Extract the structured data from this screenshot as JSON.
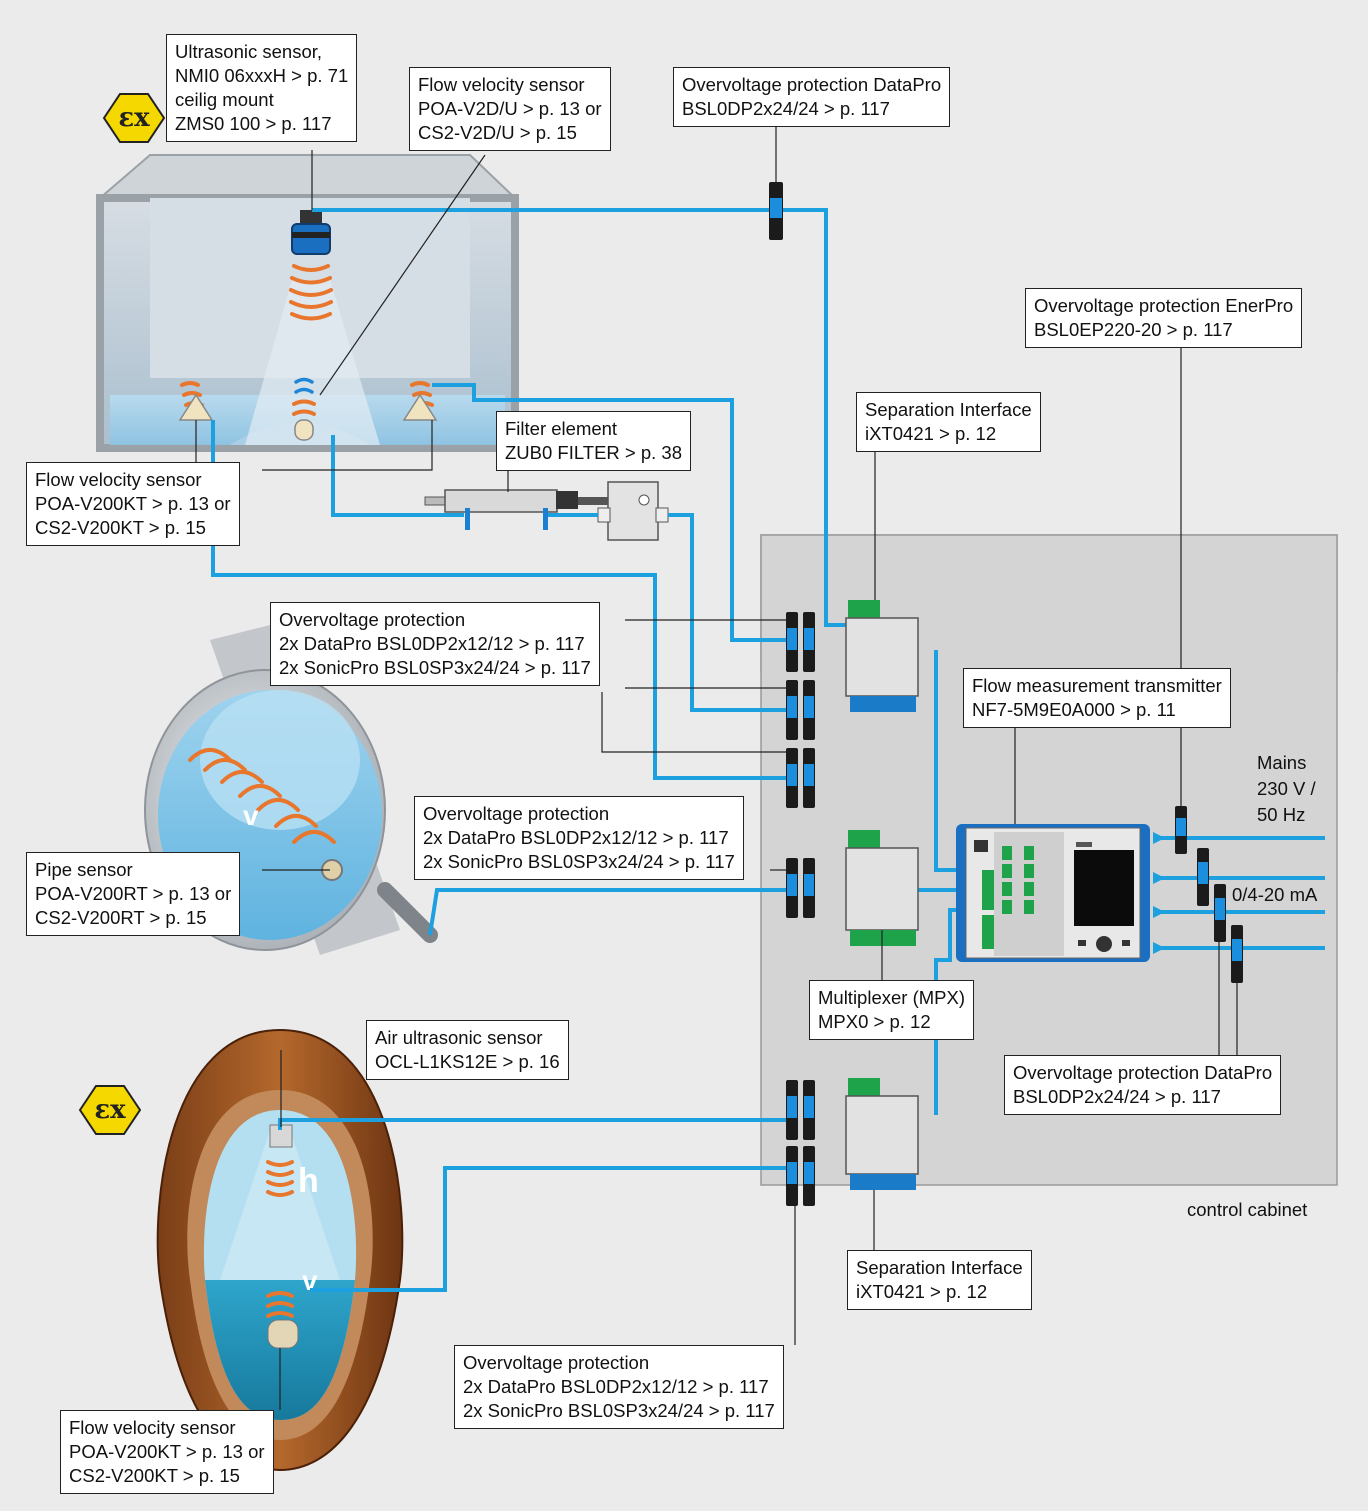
{
  "labels": {
    "ultrasonic": [
      "Ultrasonic sensor,",
      "NMI0 06xxxH > p. 71",
      "ceilig mount",
      "ZMS0 100 > p. 117"
    ],
    "flow_v2d": [
      "Flow velocity sensor",
      "POA-V2D/U > p. 13 or",
      "CS2-V2D/U > p. 15"
    ],
    "ovp_datapro_top": [
      "Overvoltage protection DataPro",
      "BSL0DP2x24/24 > p. 117"
    ],
    "ovp_enerpro": [
      "Overvoltage protection EnerPro",
      "BSL0EP220-20 > p. 117"
    ],
    "separation_top": [
      "Separation Interface",
      "iXT0421 > p. 12"
    ],
    "filter": [
      "Filter element",
      "ZUB0 FILTER > p. 38"
    ],
    "flow_v200kt_top": [
      "Flow velocity sensor",
      "POA-V200KT > p. 13 or",
      "CS2-V200KT > p. 15"
    ],
    "ovp_group_1": [
      "Overvoltage protection",
      "2x DataPro BSL0DP2x12/12 > p. 117",
      "2x SonicPro BSL0SP3x24/24 > p. 117"
    ],
    "flow_transmitter": [
      "Flow measurement transmitter",
      "NF7-5M9E0A000 > p. 11"
    ],
    "ovp_group_2": [
      "Overvoltage protection",
      "2x DataPro BSL0DP2x12/12 > p. 117",
      "2x SonicPro BSL0SP3x24/24 > p. 117"
    ],
    "pipe_sensor": [
      "Pipe sensor",
      "POA-V200RT > p. 13 or",
      "CS2-V200RT > p. 15"
    ],
    "multiplexer": [
      "Multiplexer (MPX)",
      "MPX0  > p. 12"
    ],
    "air_ultrasonic": [
      "Air ultrasonic sensor",
      "OCL-L1KS12E > p. 16"
    ],
    "ovp_datapro_right": [
      "Overvoltage protection DataPro",
      "BSL0DP2x24/24 > p. 117"
    ],
    "separation_bottom": [
      "Separation Interface",
      "iXT0421 > p. 12"
    ],
    "ovp_group_3": [
      "Overvoltage protection",
      "2x DataPro BSL0DP2x12/12 > p. 117",
      "2x SonicPro BSL0SP3x24/24 > p. 117"
    ],
    "flow_v200kt_bottom": [
      "Flow velocity sensor",
      "POA-V200KT > p. 13 or",
      "CS2-V200KT > p. 15"
    ]
  },
  "free_text": {
    "mains": [
      "Mains",
      "230 V /",
      "50 Hz"
    ],
    "analog_out": "0/4-20 mA",
    "cabinet": "control cabinet",
    "ex_symbol": "εx",
    "v_symbol": "v",
    "h_symbol": "h"
  },
  "colors": {
    "wire": "#1ca0e0",
    "waves": "#e8762d",
    "ex_yellow": "#f5d800",
    "device_green": "#1fa34a",
    "device_blue": "#1a7cc8"
  }
}
